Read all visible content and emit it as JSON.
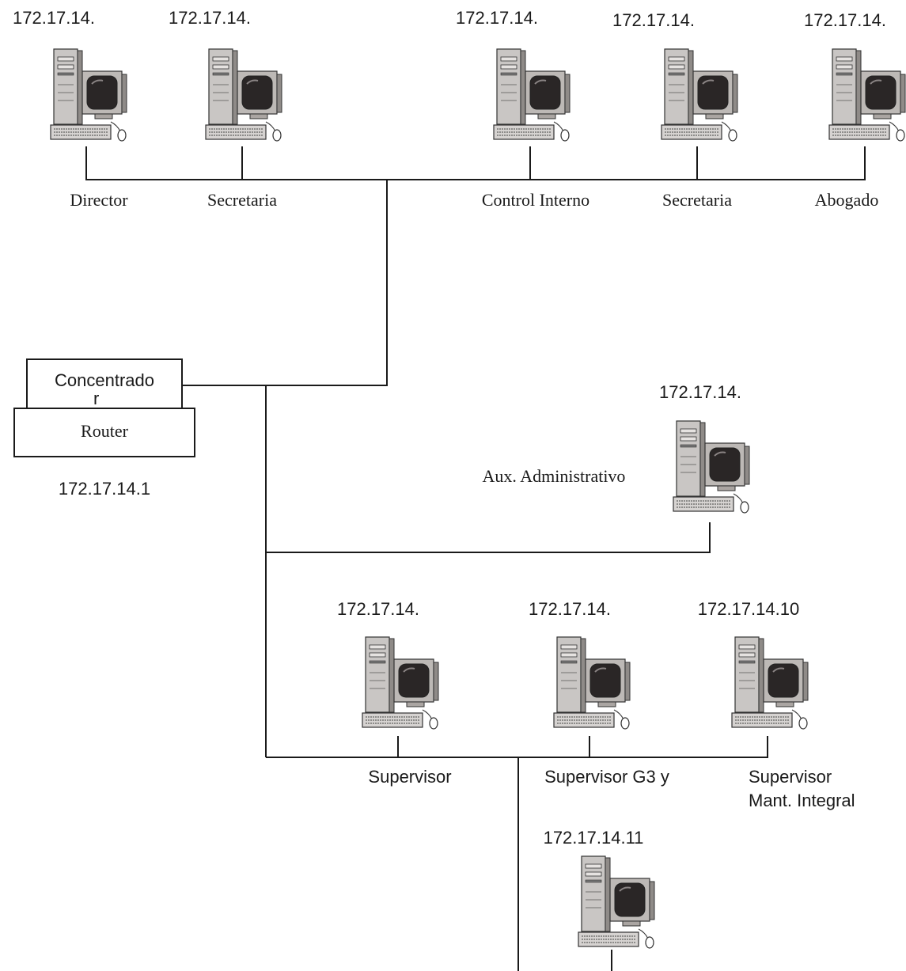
{
  "hub": {
    "top_label": "Concentrado",
    "top_label_trailing": "r",
    "bottom_label": "Router",
    "ip": "172.17.14.1"
  },
  "top_row": [
    {
      "ip": "172.17.14.",
      "label": "Director"
    },
    {
      "ip": "172.17.14.",
      "label": "Secretaria"
    },
    {
      "ip": "172.17.14.",
      "label": "Control Interno"
    },
    {
      "ip": "172.17.14.",
      "label": "Secretaria"
    },
    {
      "ip": "172.17.14.",
      "label": "Abogado"
    }
  ],
  "middle": {
    "ip": "172.17.14.",
    "label": "Aux. Administrativo"
  },
  "bottom_row": [
    {
      "ip": "172.17.14.",
      "label": "Supervisor",
      "label2": ""
    },
    {
      "ip": "172.17.14.",
      "label": "Supervisor G3 y",
      "label2": ""
    },
    {
      "ip": "172.17.14.10",
      "label": "Supervisor",
      "label2": "Mant. Integral"
    }
  ],
  "lowest": {
    "ip": "172.17.14.11"
  },
  "icon": "desktop-computer-icon"
}
